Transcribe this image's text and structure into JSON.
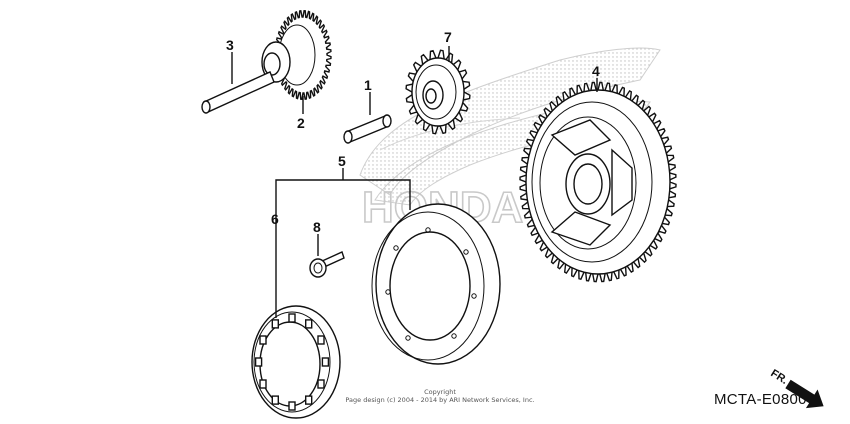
{
  "callouts": [
    {
      "id": "1",
      "label": "1"
    },
    {
      "id": "2",
      "label": "2"
    },
    {
      "id": "3",
      "label": "3"
    },
    {
      "id": "4",
      "label": "4"
    },
    {
      "id": "5",
      "label": "5"
    },
    {
      "id": "6",
      "label": "6"
    },
    {
      "id": "7",
      "label": "7"
    },
    {
      "id": "8",
      "label": "8"
    }
  ],
  "diagram_code": "MCTA-E0800",
  "front_indicator": "FR.",
  "watermark": "HONDA",
  "copyright": {
    "line1": "Copyright",
    "line2": "Page design (c) 2004 - 2014 by ARI Network Services, Inc."
  },
  "colors": {
    "ink": "#111111",
    "watermark": "#c9c9c9",
    "background": "#ffffff"
  },
  "icons": {
    "front_arrow": "arrow-right-down-icon"
  }
}
